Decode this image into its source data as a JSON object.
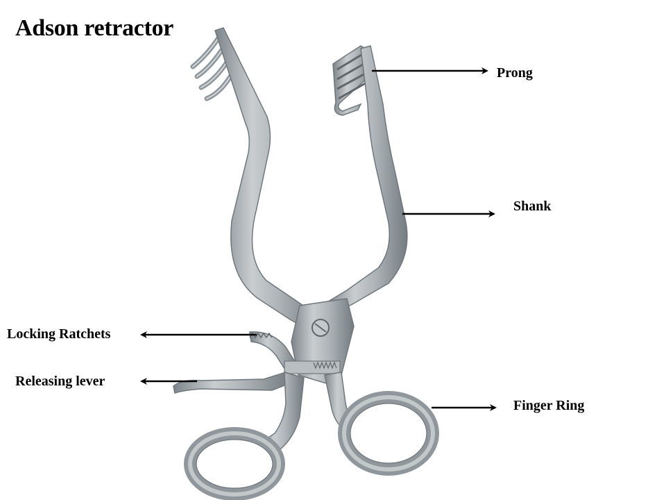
{
  "title": "Adson retractor",
  "labels": {
    "prong": "Prong",
    "shank": "Shank",
    "locking_ratchets": "Locking Ratchets",
    "releasing_lever": "Releasing lever",
    "finger_ring": "Finger Ring"
  },
  "colors": {
    "metal": "#a9afb3",
    "metal_dark": "#6f777c",
    "metal_light": "#d6dadd",
    "arrow": "#000000"
  }
}
